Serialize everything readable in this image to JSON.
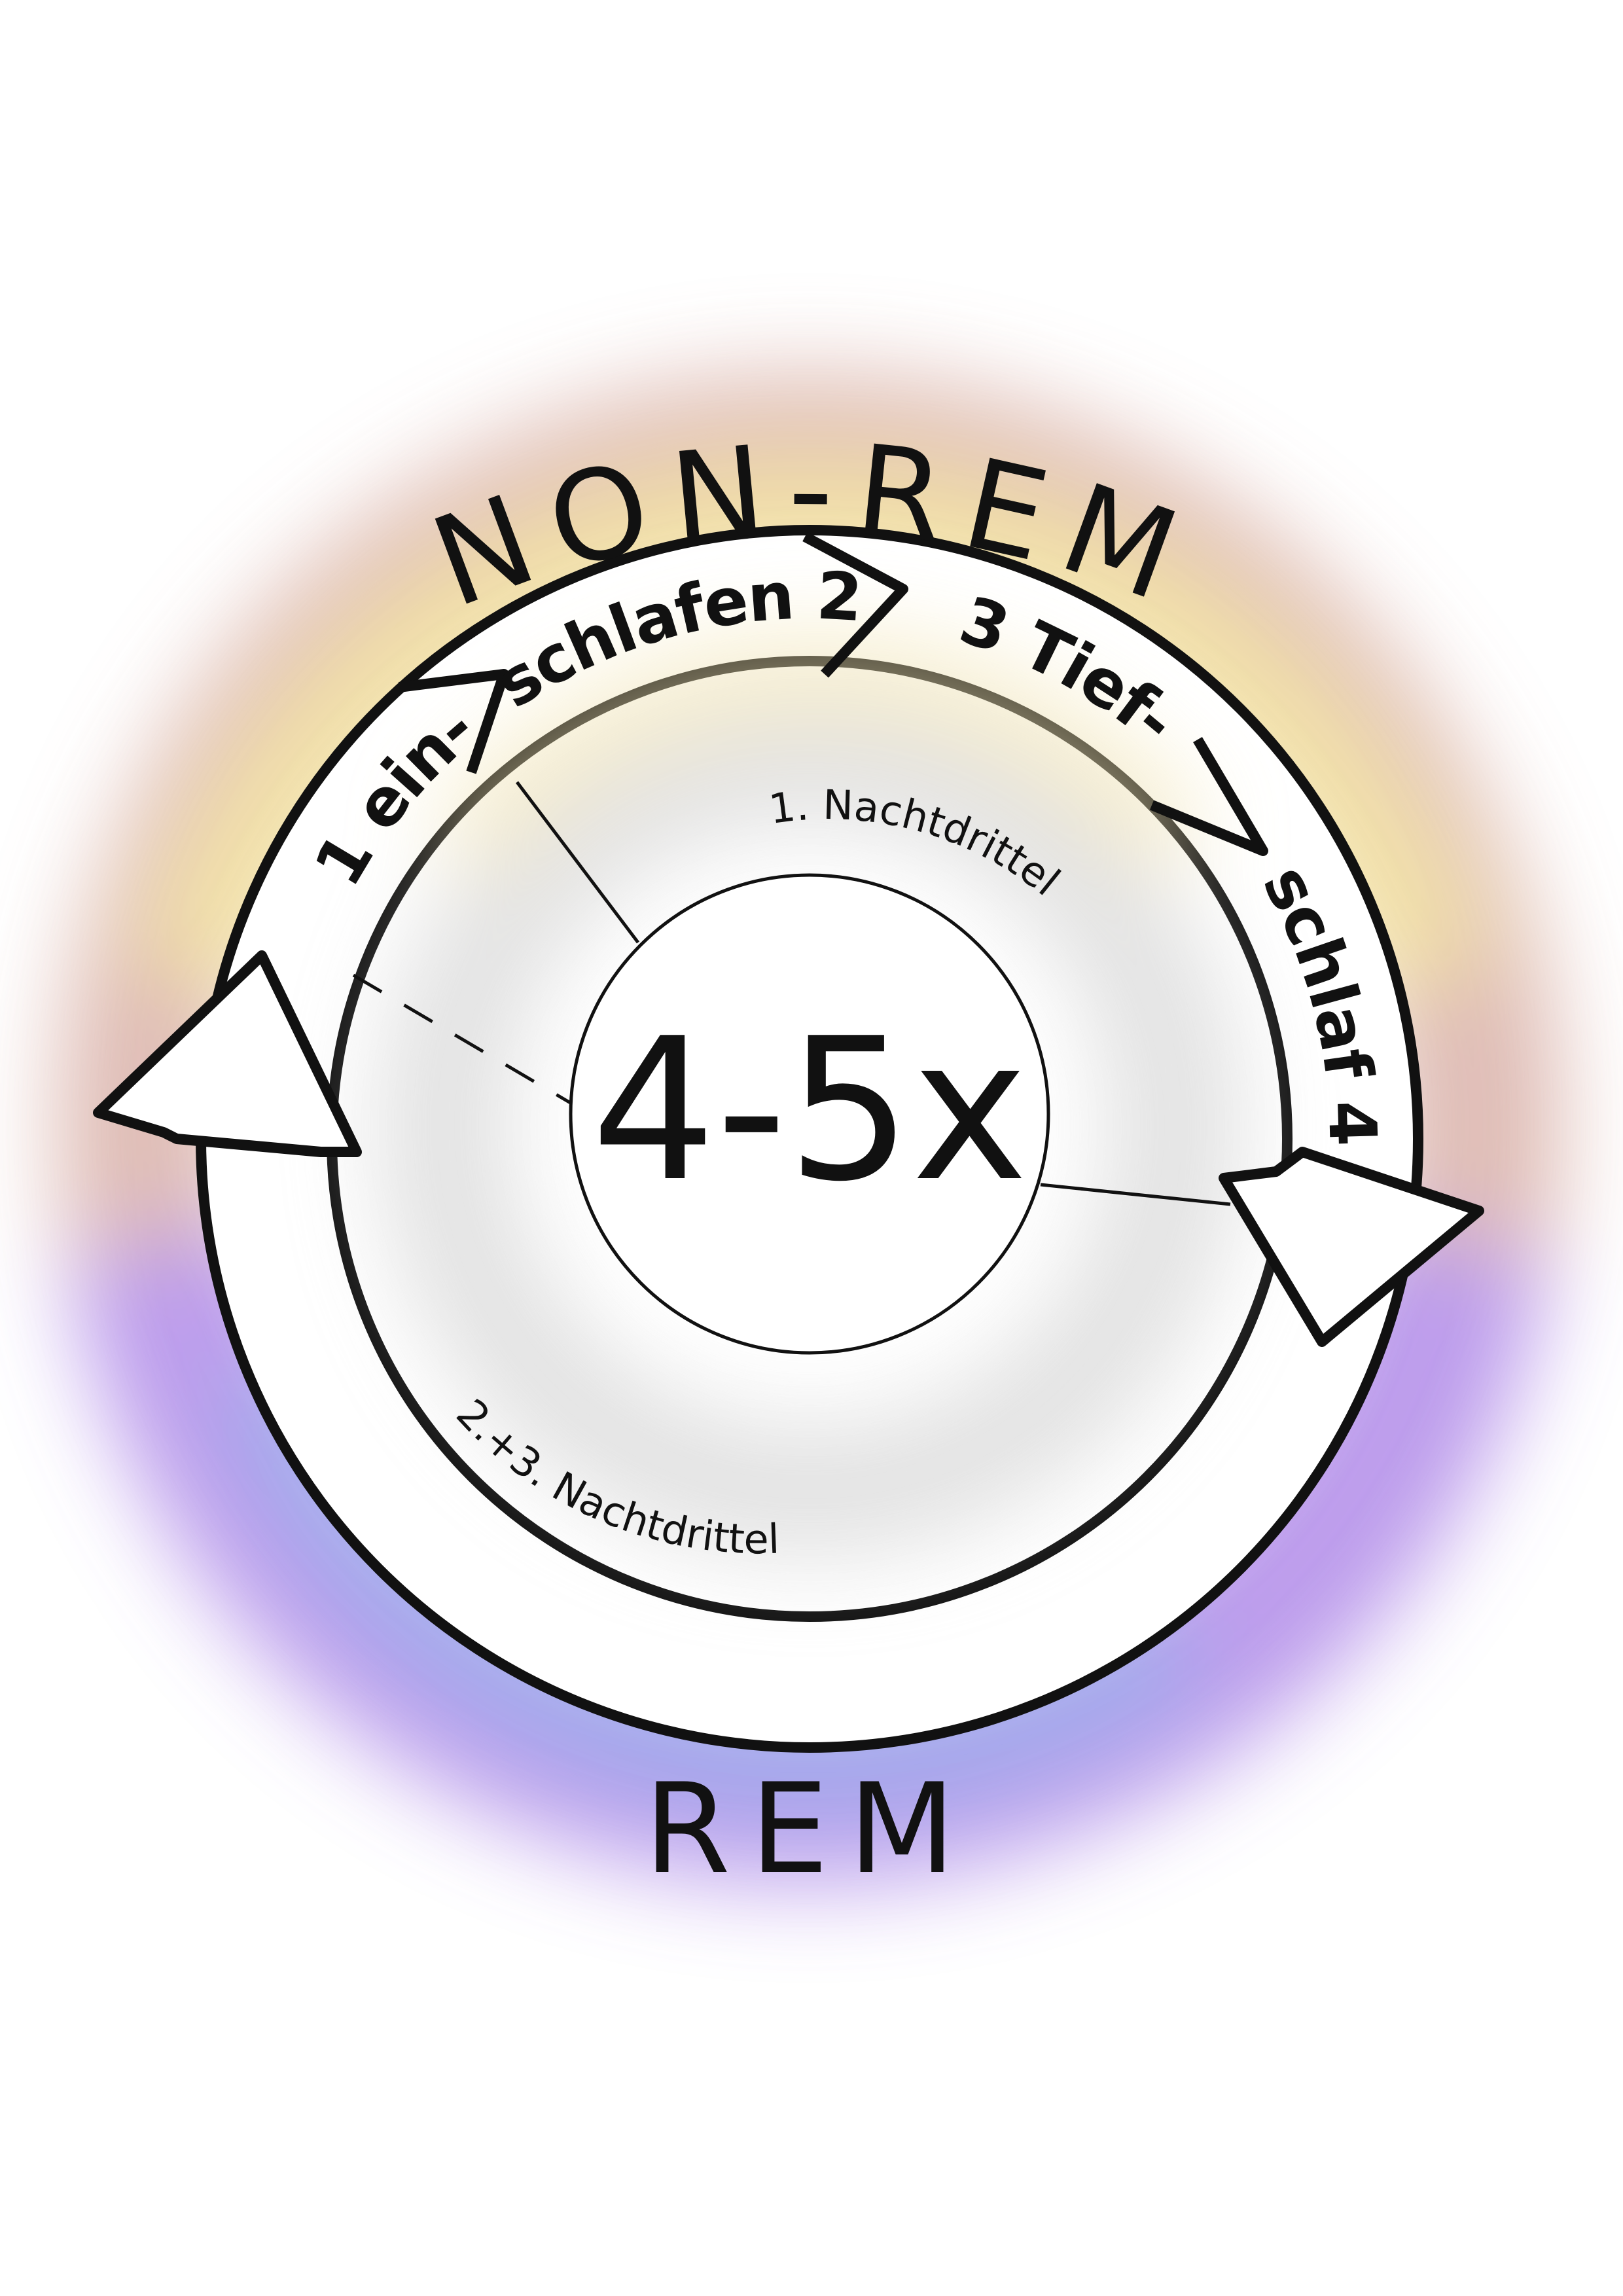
{
  "diagram": {
    "top_label": "NON-REM",
    "bottom_label": "REM",
    "center_label": "4-5x",
    "stages": [
      {
        "label": "1 ein-"
      },
      {
        "label": "schlafen 2"
      },
      {
        "label": "3 Tief-"
      },
      {
        "label": "schlaf 4"
      }
    ],
    "inner_notes": {
      "first_third": "1. Nachtdrittel",
      "second_third": "2.+3. Nachtdrittel"
    }
  },
  "colors": {
    "ink": "#111111",
    "glow_top": "#f2c2a0",
    "glow_yellow": "#f3e6a0",
    "glow_bottom": "#b78be6",
    "glow_blue": "#8f9be8"
  }
}
